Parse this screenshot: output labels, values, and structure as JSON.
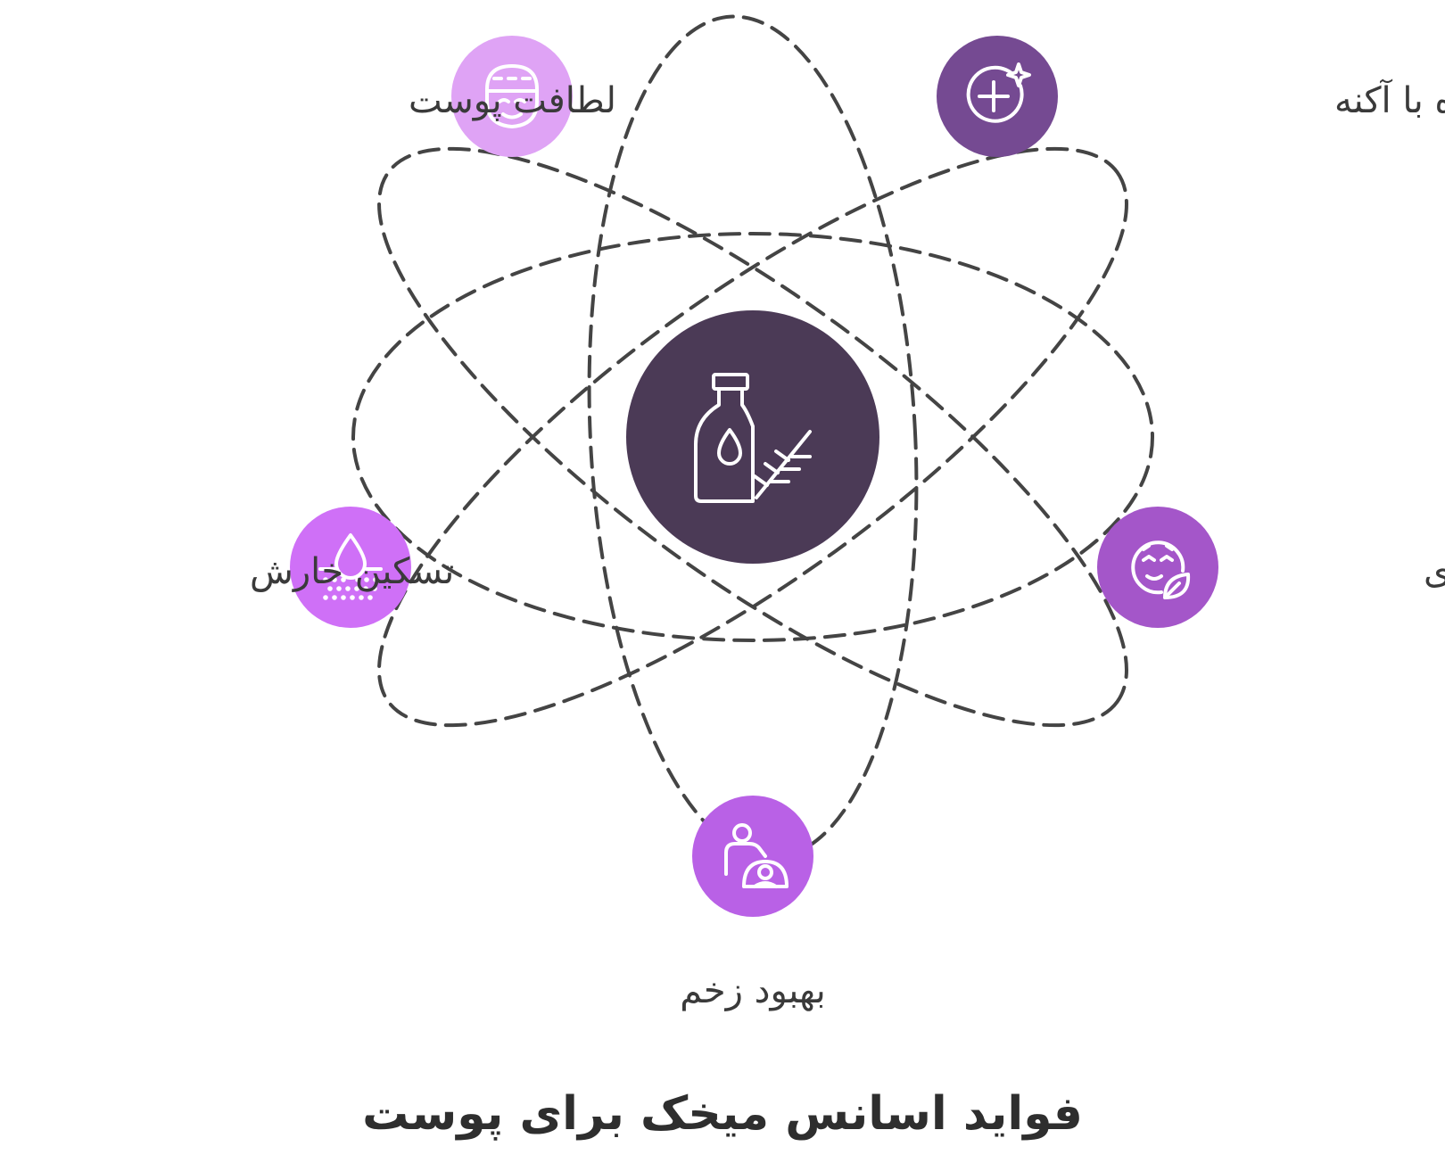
{
  "title": "فواید اسانس میخک برای پوست",
  "center": {
    "icon": "clove-oil-bottle-icon",
    "color": "#4b3a56"
  },
  "nodes": [
    {
      "id": "skin-softness",
      "label": "لطافت پوست",
      "icon": "face-mask-icon",
      "color": "#dfa3f5"
    },
    {
      "id": "acne-fighting",
      "label": "مبارزه با آکنه",
      "icon": "skin-care-plus-icon",
      "color": "#754a92"
    },
    {
      "id": "itch-relief",
      "label": "تسکین خارش",
      "icon": "skin-layer-drop-icon",
      "color": "#cf70f7"
    },
    {
      "id": "anti-aging",
      "label": "ضد پیری",
      "icon": "natural-face-leaf-icon",
      "color": "#a456c9"
    },
    {
      "id": "wound-healing",
      "label": "بهبود زخم",
      "icon": "wound-healing-icon",
      "color": "#b961e6"
    }
  ],
  "colors": {
    "orbit": "#444444",
    "text": "#3a3a3a"
  }
}
